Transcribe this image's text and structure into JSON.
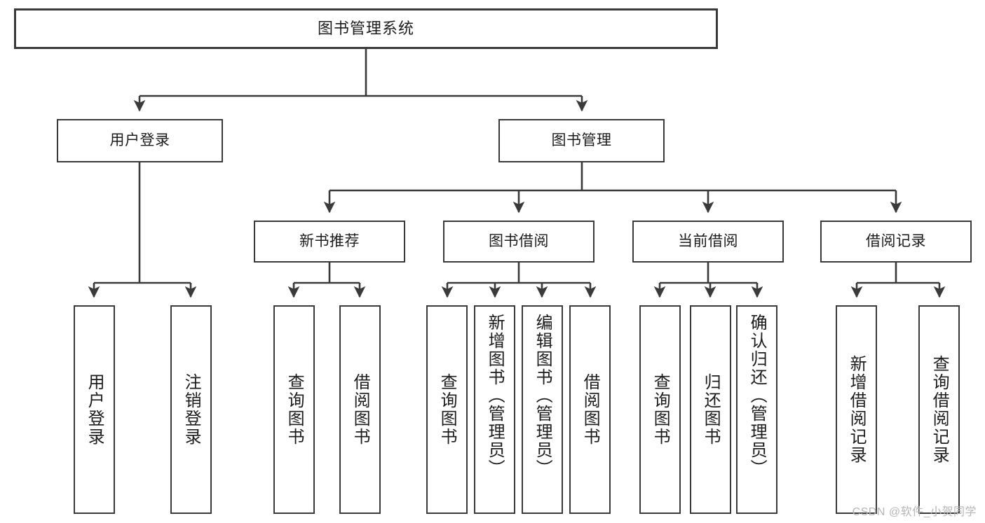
{
  "diagram": {
    "title": "图书管理系统",
    "watermark": "CSDN @软件_小贺同学",
    "stroke_color": "#3a3a3a",
    "background_color": "#ffffff",
    "text_color": "#1c1c1c",
    "watermark_color": "#b6b6b6",
    "root": {
      "label": "图书管理系统"
    },
    "level2": [
      {
        "label": "用户登录"
      },
      {
        "label": "图书管理"
      }
    ],
    "level3": [
      {
        "label": "新书推荐"
      },
      {
        "label": "图书借阅"
      },
      {
        "label": "当前借阅"
      },
      {
        "label": "借阅记录"
      }
    ],
    "leaves": {
      "user_login": [
        {
          "label": "用户登录"
        },
        {
          "label": "注销登录"
        }
      ],
      "new_book_recommend": [
        {
          "label": "查询图书"
        },
        {
          "label": "借阅图书"
        }
      ],
      "book_borrow": [
        {
          "label": "查询图书"
        },
        {
          "label": "新增图书（管理员）"
        },
        {
          "label": "编辑图书（管理员）"
        },
        {
          "label": "借阅图书"
        }
      ],
      "current_borrow": [
        {
          "label": "查询图书"
        },
        {
          "label": "归还图书"
        },
        {
          "label": "确认归还（管理员）"
        }
      ],
      "borrow_record": [
        {
          "label": "新增借阅记录"
        },
        {
          "label": "查询借阅记录"
        }
      ]
    }
  }
}
